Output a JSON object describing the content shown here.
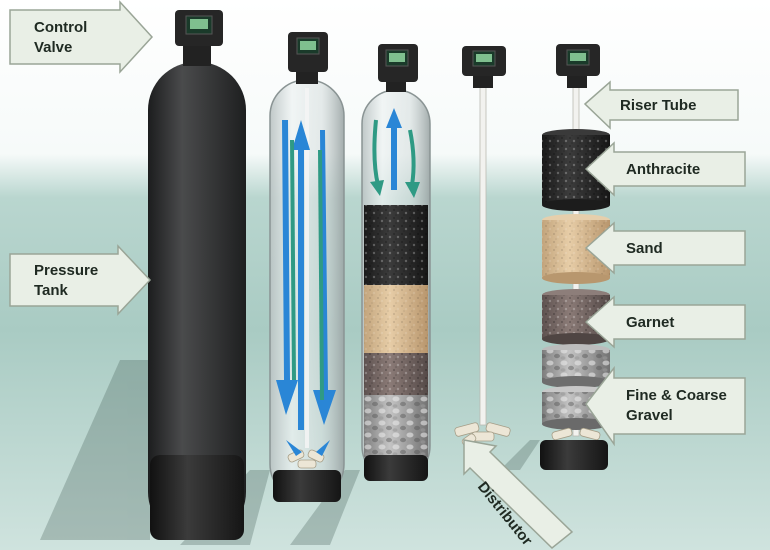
{
  "labels": {
    "control_valve": "Control\nValve",
    "pressure_tank": "Pressure\nTank",
    "riser_tube": "Riser Tube",
    "anthracite": "Anthracite",
    "sand": "Sand",
    "garnet": "Garnet",
    "gravel": "Fine & Coarse\nGravel",
    "distributor": "Distributor"
  },
  "colors": {
    "arrow_fill": "#e9efe6",
    "arrow_stroke": "#9aa597",
    "tank_dark": "#2f3031",
    "flow_blue": "#2a86d6",
    "flow_teal": "#2f9a84",
    "anthracite": "#2b2b2b",
    "sand": "#d9bd96",
    "garnet": "#7a6a66",
    "gravel": "#9c9c9c"
  }
}
